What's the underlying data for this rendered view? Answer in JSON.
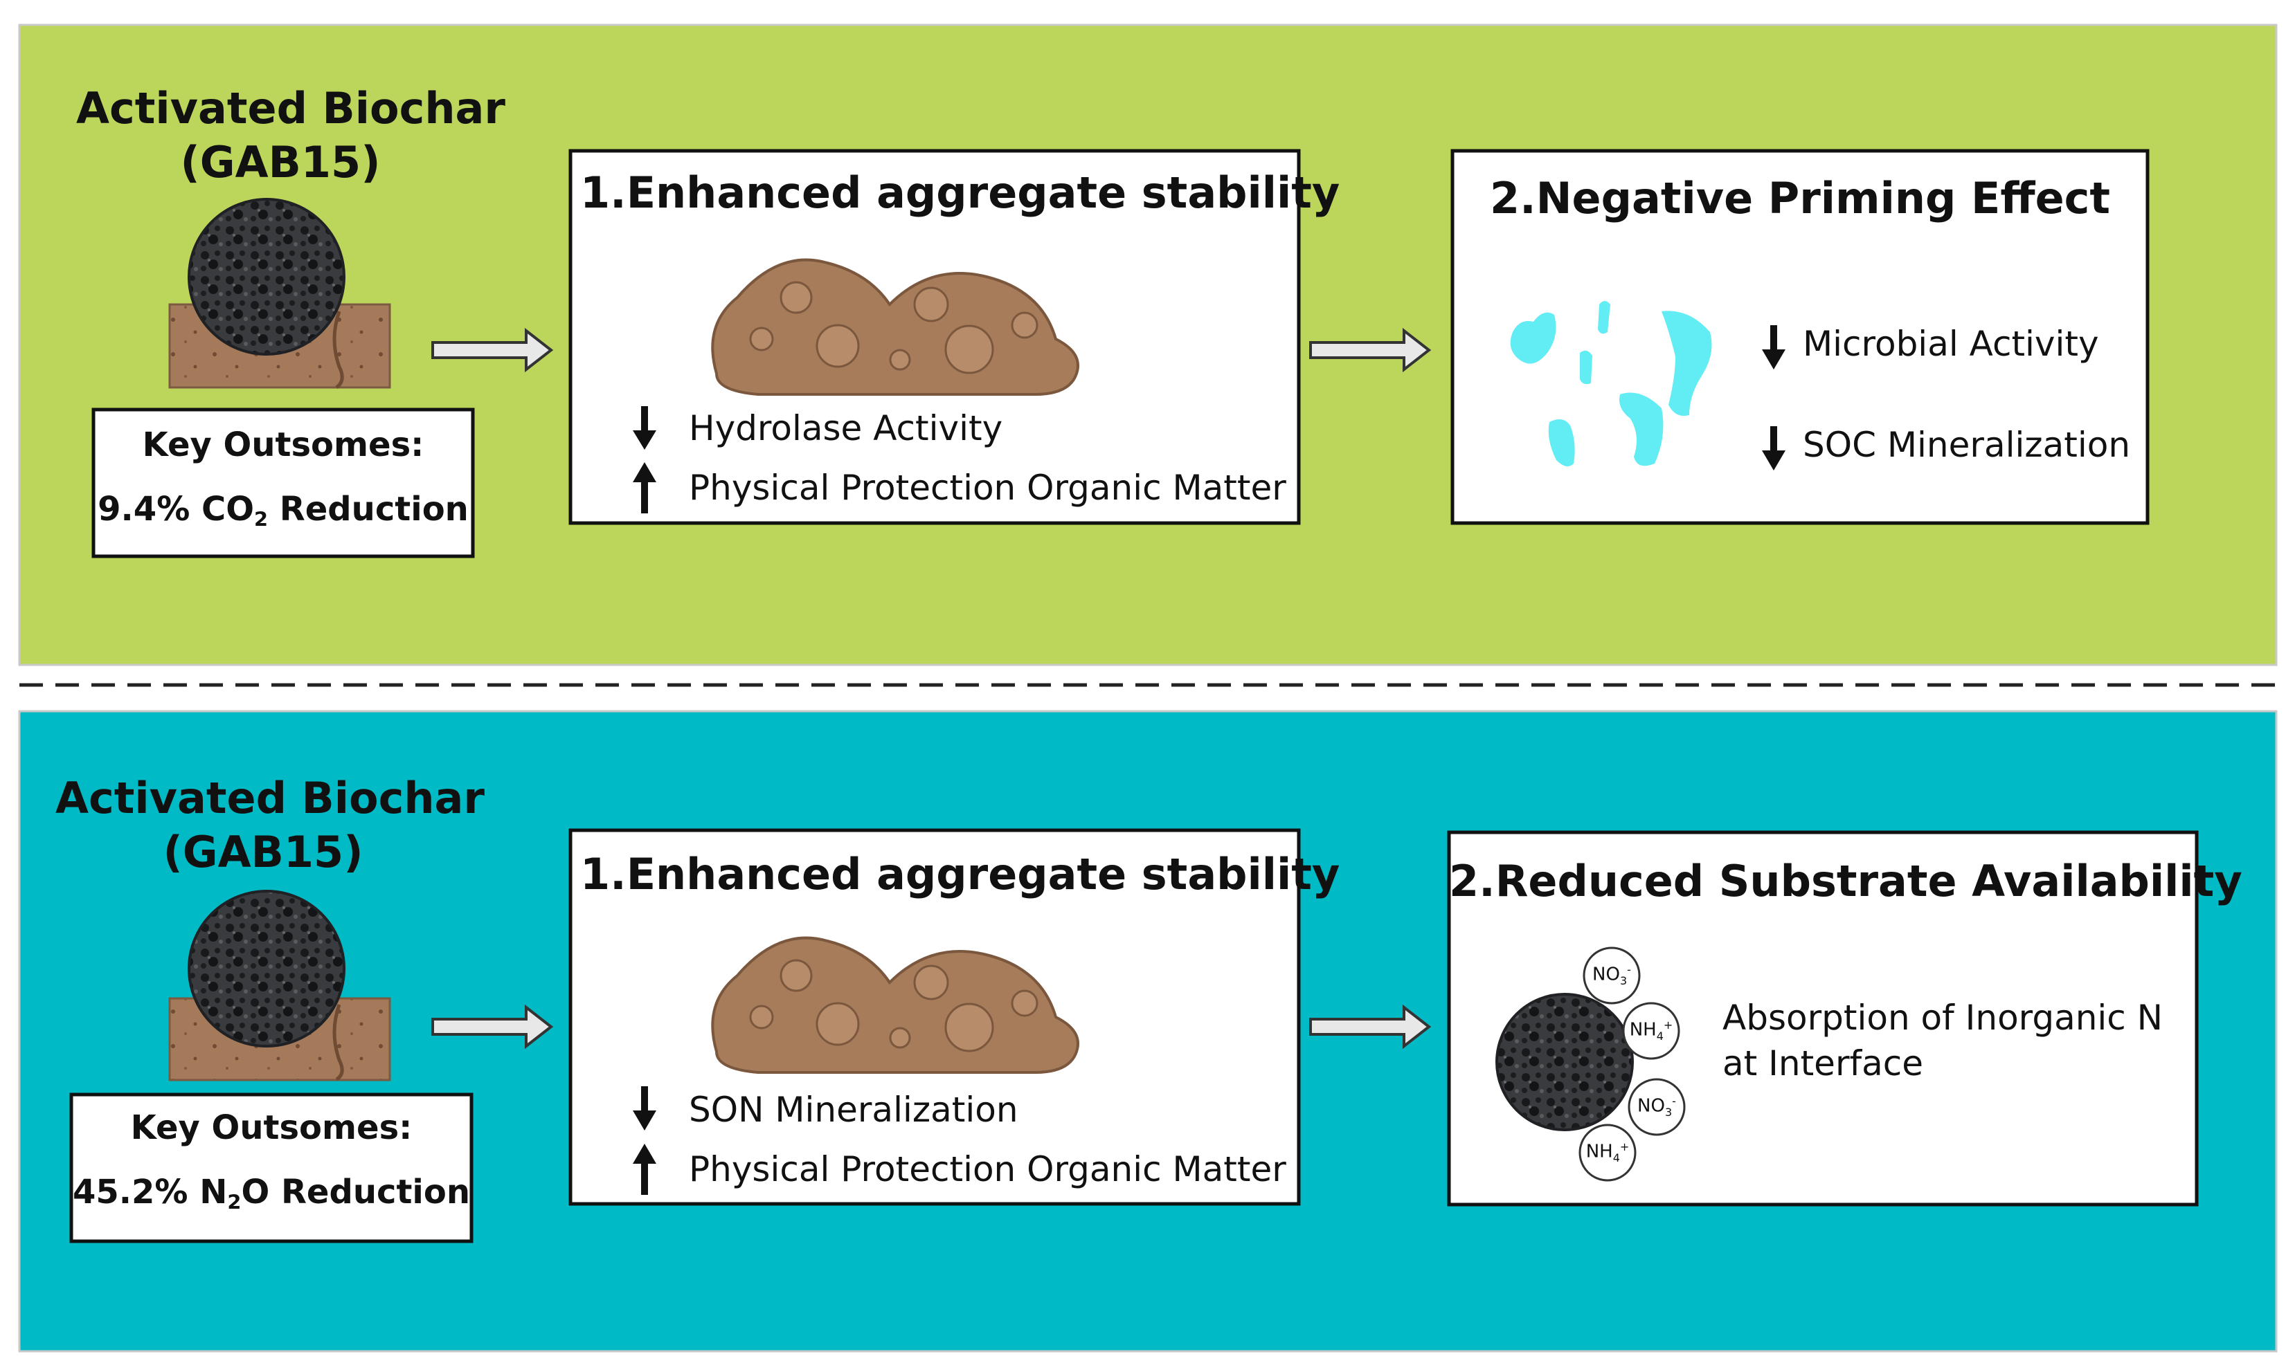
{
  "colors": {
    "top_panel": "#bcd65c",
    "bottom_panel": "#00bac6",
    "microbe": "#62ecf4",
    "soil": "#a47a5a",
    "biochar": "#2f3032",
    "arrow_fill": "#e8e8e8"
  },
  "top": {
    "biochar_title_line1": "Activated Biochar",
    "biochar_title_line2": "(GAB15)",
    "key_title": "Key Outsomes:",
    "key_value_prefix": "9.4% CO",
    "key_value_sub": "2",
    "key_value_suffix": " Reduction",
    "box1": {
      "title": "1.Enhanced aggregate stability",
      "items": [
        {
          "direction": "down",
          "label": "Hydrolase Activity"
        },
        {
          "direction": "up",
          "label": "Physical Protection Organic Matter"
        }
      ]
    },
    "box2": {
      "title": "2.Negative Priming Effect",
      "items": [
        {
          "direction": "down",
          "label": "Microbial Activity"
        },
        {
          "direction": "down",
          "label": "SOC Mineralization"
        }
      ]
    }
  },
  "bottom": {
    "biochar_title_line1": "Activated Biochar",
    "biochar_title_line2": "(GAB15)",
    "key_title": "Key Outsomes:",
    "key_value_prefix": "45.2% N",
    "key_value_sub": "2",
    "key_value_suffix": "O Reduction",
    "box1": {
      "title": "1.Enhanced aggregate stability",
      "items": [
        {
          "direction": "down",
          "label": "SON Mineralization"
        },
        {
          "direction": "up",
          "label": "Physical Protection Organic Matter"
        }
      ]
    },
    "box2": {
      "title": "2.Reduced Substrate Availability",
      "text_line1": "Absorption of Inorganic N",
      "text_line2": "at Interface",
      "ions": [
        {
          "base": "NO",
          "sub": "3",
          "sup": "-"
        },
        {
          "base": "NH",
          "sub": "4",
          "sup": "+"
        },
        {
          "base": "NO",
          "sub": "3",
          "sup": "-"
        },
        {
          "base": "NH",
          "sub": "4",
          "sup": "+"
        }
      ]
    }
  }
}
